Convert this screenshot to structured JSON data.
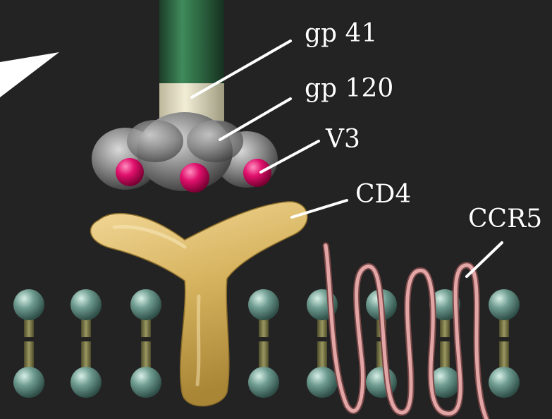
{
  "labels": {
    "gp41": "gp 41",
    "gp120": "gp 120",
    "v3": "V3",
    "cd4": "CD4",
    "ccr5": "CCR5"
  },
  "colors": {
    "background": "#232323",
    "gp41_stalk": "#2e6a44",
    "gp41_collar": "#e4e0c6",
    "gp120": "#8f8f8f",
    "v3_loop": "#d4005e",
    "cd4": "#d6b35e",
    "ccr5": "#d99a9a",
    "lipid_head": "#6f9c90",
    "lipid_tail": "#7c7a4a",
    "label_text": "#ffffff",
    "leader_line": "#ffffff"
  },
  "icons": {
    "pointer": "white-wedge-arrow"
  }
}
